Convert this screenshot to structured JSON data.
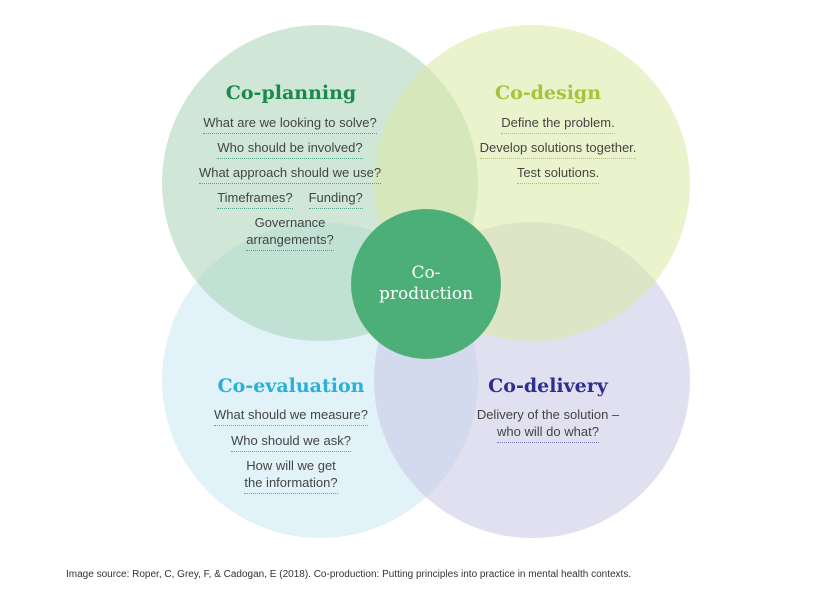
{
  "colors": {
    "planning": "#1a8a4a",
    "design": "#a8c23a",
    "evaluation": "#2ab0d9",
    "delivery": "#2f2f8f",
    "center": "#4daf78"
  },
  "planning": {
    "title": "Co-planning",
    "q1": "What are we looking to solve?",
    "q2": "Who should be involved?",
    "q3": "What approach should we use?",
    "q4a": "Timeframes?",
    "q4b": "Funding?",
    "q5a": "Governance",
    "q5b": "arrangements?"
  },
  "design": {
    "title": "Co-design",
    "q1": "Define the problem.",
    "q2": "Develop solutions together.",
    "q3": "Test solutions."
  },
  "evaluation": {
    "title": "Co-evaluation",
    "q1": "What should we measure?",
    "q2": "Who should we ask?",
    "q3a": "How will we get",
    "q3b": "the information?"
  },
  "delivery": {
    "title": "Co-delivery",
    "q1a": "Delivery of the solution –",
    "q1b": "who will do what?"
  },
  "center": {
    "line1": "Co-",
    "line2": "production"
  },
  "source": "Image source: Roper, C, Grey, F, & Cadogan, E (2018). Co-production: Putting principles into practice in mental health contexts."
}
